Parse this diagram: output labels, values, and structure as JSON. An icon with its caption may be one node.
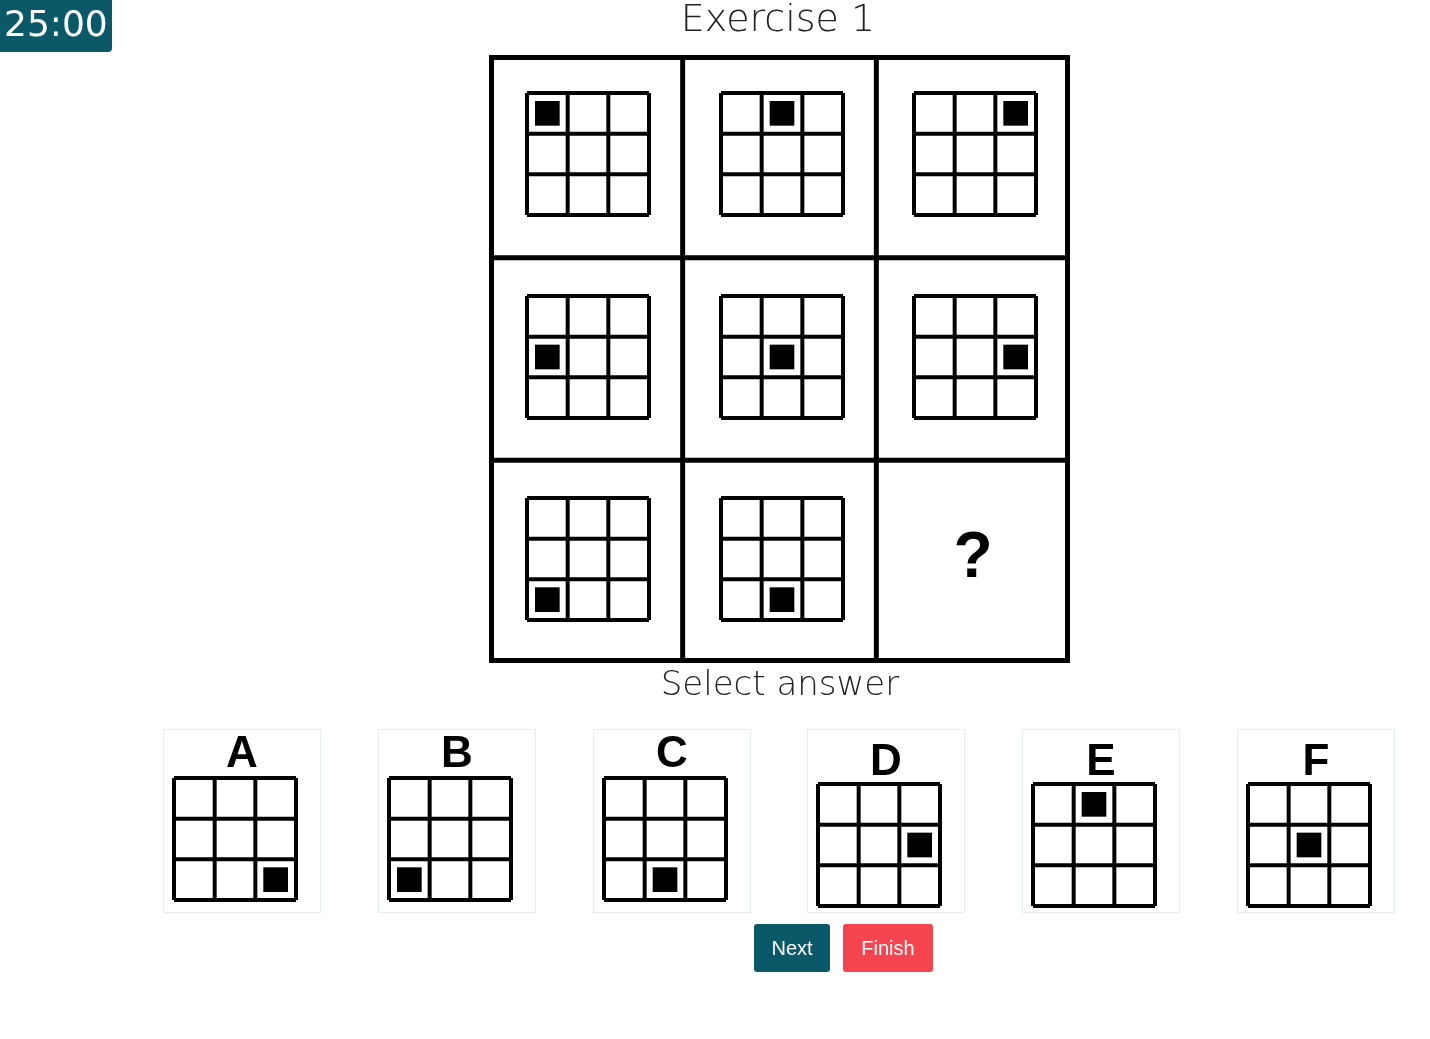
{
  "diagram": {
    "title": "Exercise 1",
    "labels": [
      "25:00",
      "?",
      "Select answer",
      "A",
      "B",
      "C",
      "D",
      "E",
      "F",
      "Next",
      "Finish"
    ]
  }
}
